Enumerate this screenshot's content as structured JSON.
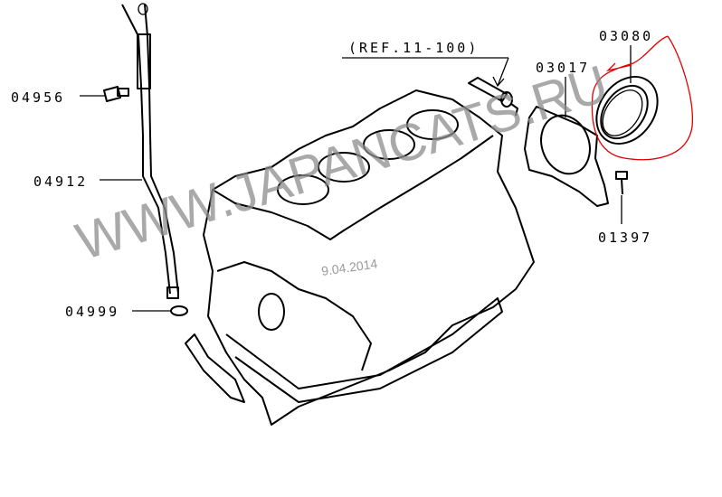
{
  "diagram": {
    "watermark": "WWW.JAPANCATS.RU",
    "date_stamp": "9.04.2014",
    "reference": "(REF.11-100)",
    "part_labels": {
      "p04956": "04956",
      "p04912": "04912",
      "p04999": "04999",
      "p03080": "03080",
      "p03017": "03017",
      "p01397": "01397"
    },
    "highlight_color": "#e00000"
  }
}
